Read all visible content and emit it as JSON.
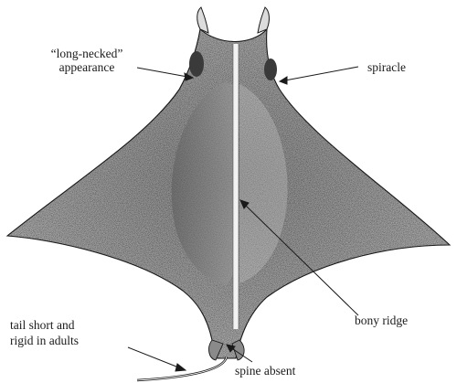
{
  "labels": {
    "neck_line1": "“long-necked”",
    "neck_line2": "appearance",
    "spiracle": "spiracle",
    "bony_ridge": "bony ridge",
    "tail_line1": "tail short and",
    "tail_line2": "rigid in adults",
    "spine_absent": "spine absent"
  },
  "colors": {
    "ink": "#1a1a1a",
    "body_fill": "#9a9a9a",
    "body_shade": "#6e6e6e",
    "background": "#ffffff"
  }
}
